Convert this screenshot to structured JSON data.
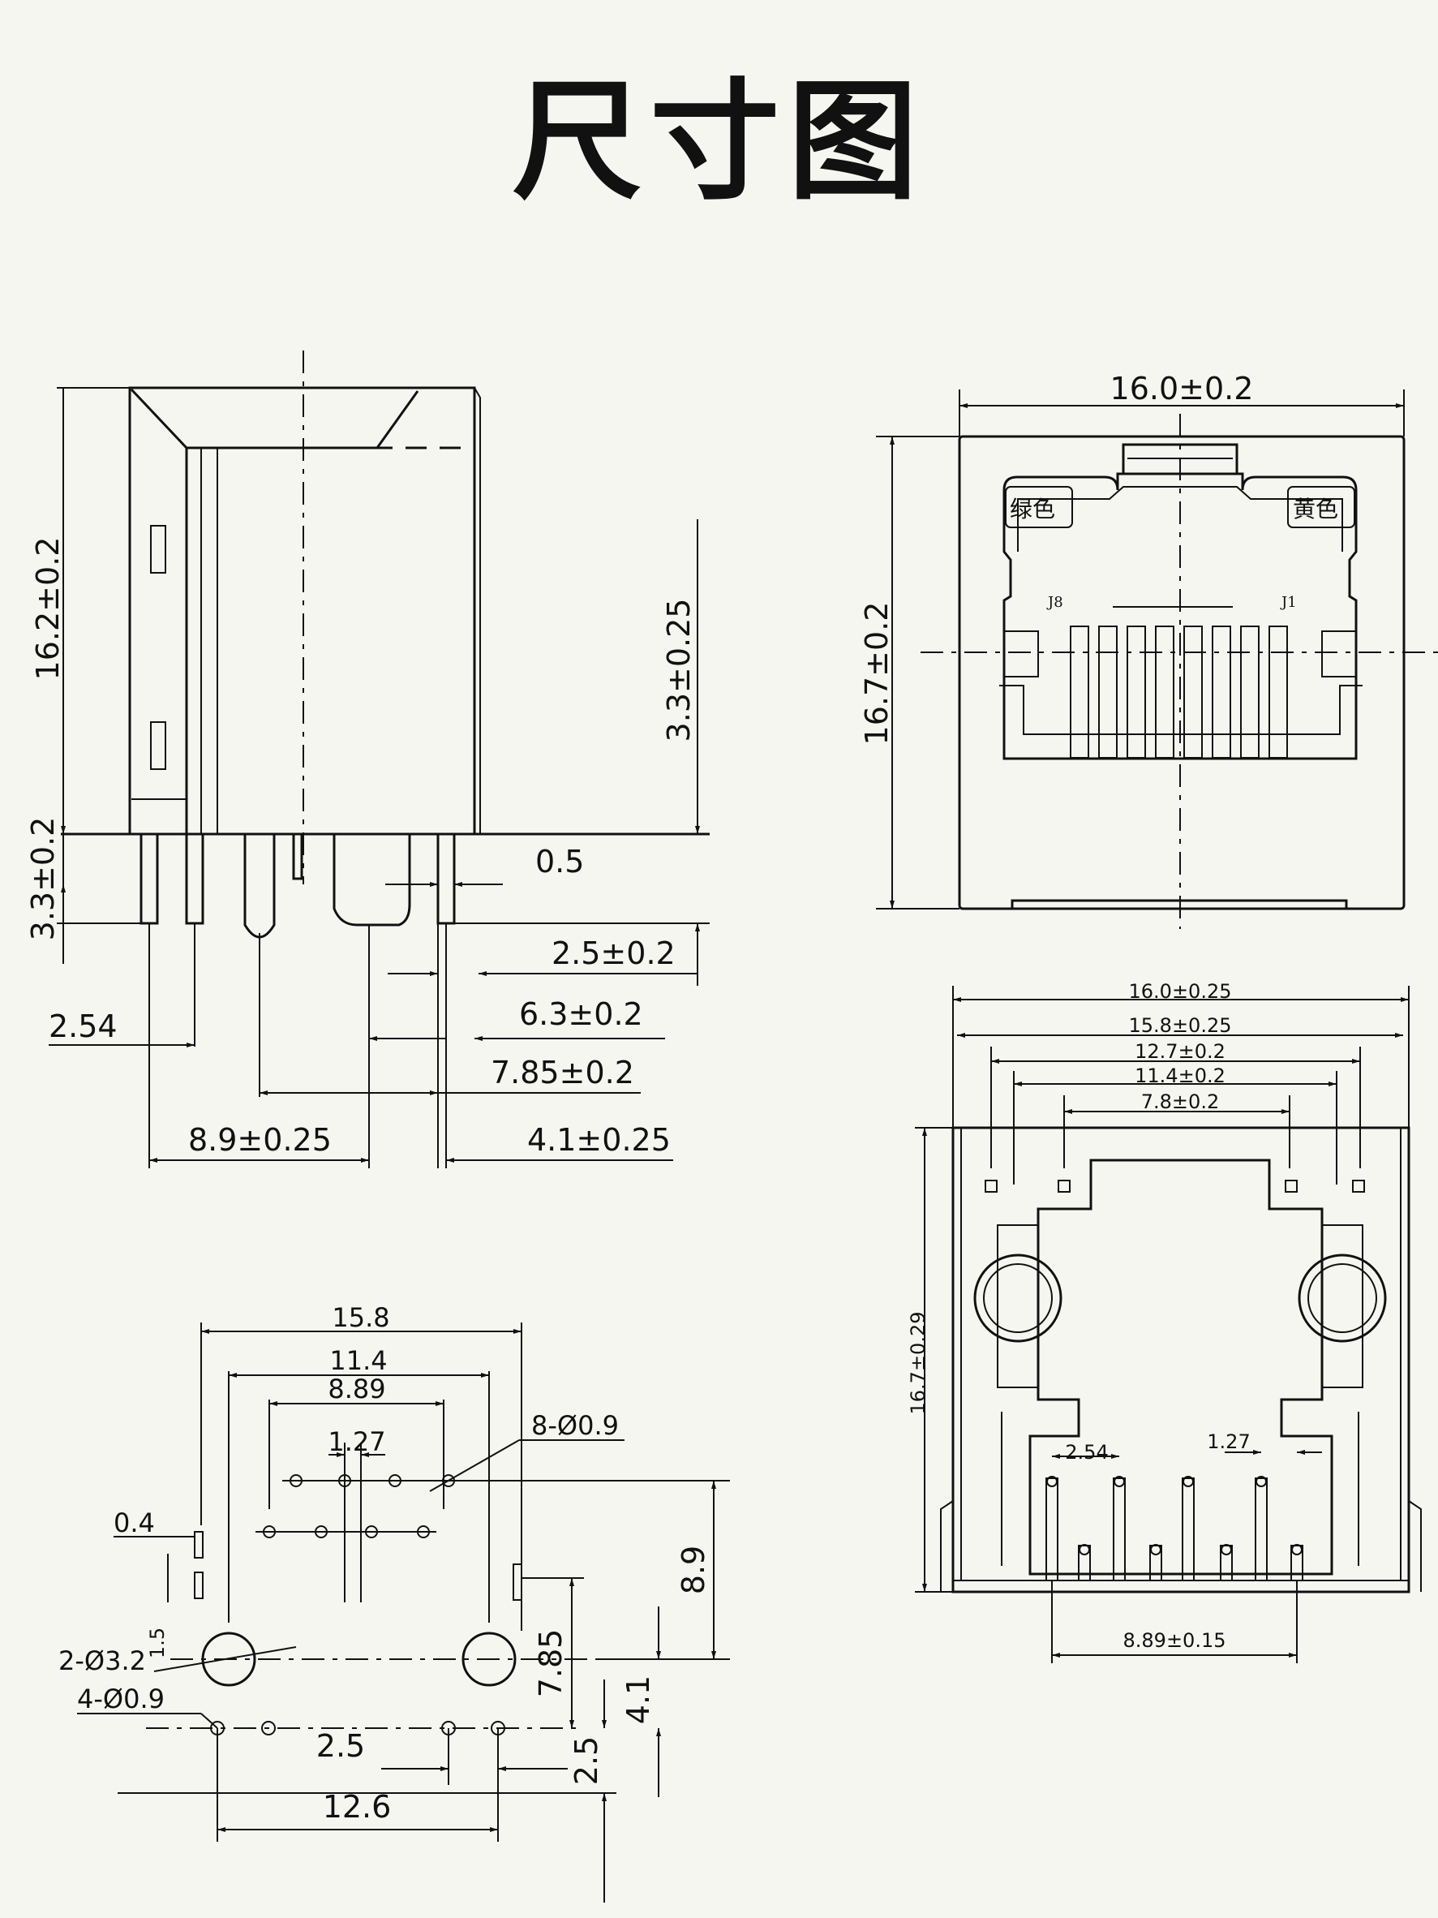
{
  "title": "尺寸图",
  "side_view": {
    "height_total": "16.2±0.2",
    "pin_length": "3.3±0.2",
    "right_height": "3.3±0.25",
    "gap": "0.5",
    "d1": "2.5±0.2",
    "pitch": "2.54",
    "d2": "6.3±0.2",
    "d3": "7.85±0.2",
    "d4": "8.9±0.25",
    "d5": "4.1±0.25"
  },
  "front_view": {
    "width": "16.0±0.2",
    "height": "16.7±0.2",
    "led_left": "绿色",
    "led_right": "黄色",
    "pin_label_left": "J8",
    "pin_label_right": "J1"
  },
  "footprint": {
    "w_outer": "15.8",
    "w_114": "11.4",
    "w_889": "8.89",
    "pitch_127": "1.27",
    "holes_8": "8-Ø0.9",
    "d_04": "0.4",
    "d_15": "1.5",
    "holes_2": "2-Ø3.2",
    "holes_4": "4-Ø0.9",
    "d_25": "2.5",
    "d_126": "12.6",
    "d_89": "8.9",
    "d_785": "7.85",
    "d_41": "4.1",
    "d_25v": "2.5"
  },
  "back_view": {
    "w1": "16.0±0.25",
    "w2": "15.8±0.25",
    "w3": "12.7±0.2",
    "w4": "11.4±0.2",
    "w5": "7.8±0.2",
    "height": "16.7±0.29",
    "pitch_254": "2.54",
    "pitch_127": "1.27",
    "pin_span": "8.89±0.15"
  }
}
